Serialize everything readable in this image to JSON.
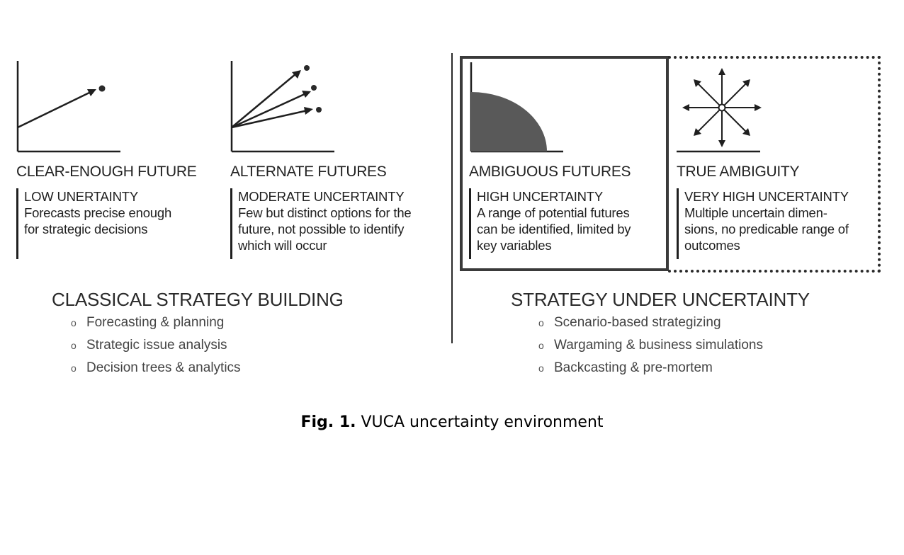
{
  "quadrants": [
    {
      "title": "CLEAR-ENOUGH FUTURE",
      "level": "LOW UNERTAINTY",
      "lines": [
        "Forecasts precise enough",
        "for strategic decisions"
      ],
      "icon": "single-arrow-chart-icon"
    },
    {
      "title": "ALTERNATE FUTURES",
      "level": "MODERATE UNCERTAINTY",
      "lines": [
        "Few but distinct options for the",
        "future, not possible to identify",
        "which will occur"
      ],
      "icon": "three-arrows-chart-icon"
    },
    {
      "title": "AMBIGUOUS FUTURES",
      "level": "HIGH UNCERTAINTY",
      "lines": [
        "A range of potential futures",
        "can be identified, limited by",
        "key variables"
      ],
      "icon": "quarter-circle-chart-icon"
    },
    {
      "title": "TRUE AMBIGUITY",
      "level": "VERY HIGH UNCERTAINTY",
      "lines": [
        "Multiple uncertain dimen-",
        "sions, no predicable range of",
        "outcomes"
      ],
      "icon": "radiating-arrows-icon"
    }
  ],
  "strategies": [
    {
      "heading": "CLASSICAL STRATEGY BUILDING",
      "items": [
        "Forecasting & planning",
        "Strategic issue analysis",
        "Decision trees & analytics"
      ]
    },
    {
      "heading": "STRATEGY UNDER UNCERTAINTY",
      "items": [
        "Scenario-based strategizing",
        "Wargaming & business simulations",
        "Backcasting & pre-mortem"
      ]
    }
  ],
  "bullet_symbol": "o",
  "caption": {
    "label": "Fig. 1.",
    "text": " VUCA uncertainty environment"
  },
  "colors": {
    "ink": "#1f1f1f",
    "fill": "#595959",
    "muted": "#444444"
  }
}
